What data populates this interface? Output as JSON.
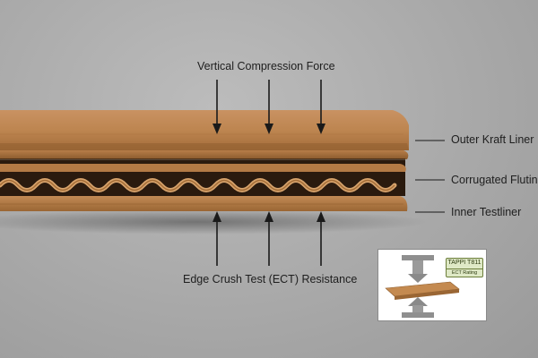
{
  "labels": {
    "top_force": "Vertical Compression Force",
    "bottom_force": "Edge Crush Test (ECT) Resistance",
    "outer_liner": "Outer Kraft Liner",
    "fluting": "Corrugated Fluting",
    "inner_liner": "Inner Testliner"
  },
  "inset": {
    "standard": "TAPPI T811",
    "rating": "ECT Rating"
  },
  "colors": {
    "background": "#a9a9a9",
    "kraft": "#c48a50",
    "kraft_dark": "#8d5c2c",
    "arrow": "#1a1a1a",
    "badge_fill": "#dfe9c6"
  }
}
